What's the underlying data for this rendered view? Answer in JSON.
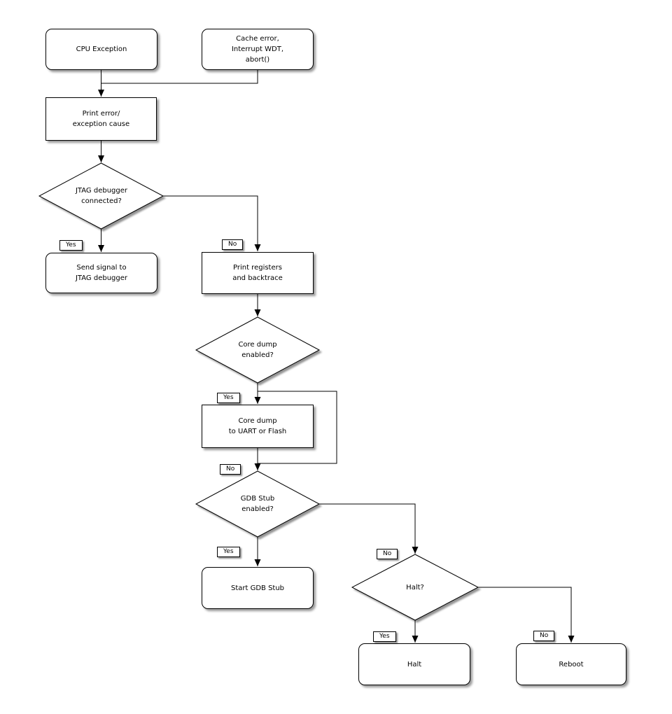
{
  "nodes": {
    "cpu_exception": "CPU Exception",
    "cache_error": "Cache error,\nInterrupt WDT,\nabort()",
    "print_error": "Print error/\nexception cause",
    "jtag_connected": "JTAG debugger\nconnected?",
    "send_signal": "Send signal to\nJTAG debugger",
    "print_registers": "Print registers\nand backtrace",
    "core_dump_enabled": "Core dump\nenabled?",
    "core_dump_uart": "Core dump\nto UART or Flash",
    "gdb_stub_enabled": "GDB Stub\nenabled?",
    "start_gdb_stub": "Start GDB Stub",
    "halt_question": "Halt?",
    "halt": "Halt",
    "reboot": "Reboot"
  },
  "edge_labels": {
    "jtag_yes": "Yes",
    "jtag_no": "No",
    "core_dump_yes": "Yes",
    "core_dump_no": "No",
    "gdb_yes": "Yes",
    "gdb_no": "No",
    "halt_yes": "Yes",
    "halt_no": "No"
  },
  "colors": {
    "line": "#000000",
    "node_fill": "#ffffff",
    "background": "#ffffff",
    "text": "#000000"
  }
}
